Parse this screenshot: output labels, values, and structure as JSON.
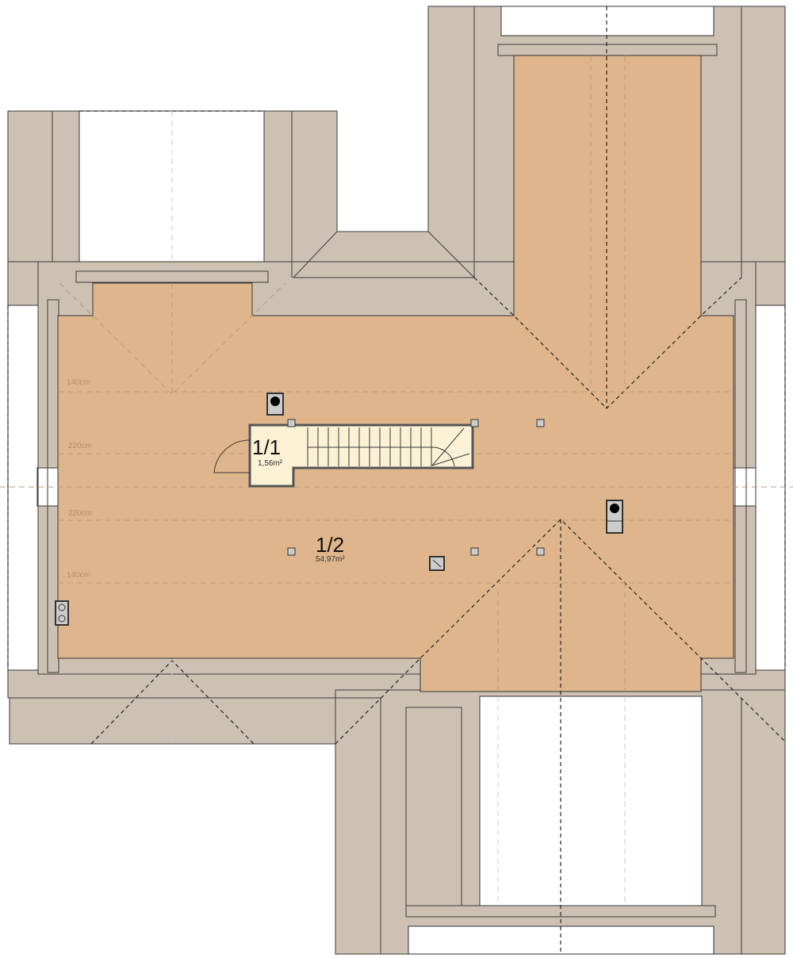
{
  "plan": {
    "rooms": [
      {
        "number": "1/1",
        "area": "1,56m²"
      },
      {
        "number": "1/2",
        "area": "54,97m²"
      }
    ],
    "height_lines": [
      "140cm",
      "220cm",
      "220cm",
      "140cm"
    ],
    "colors": {
      "roof": "#cdc1b3",
      "floor": "#dfb68c",
      "stair": "#fbf2d6",
      "window": "#ffffff"
    }
  }
}
